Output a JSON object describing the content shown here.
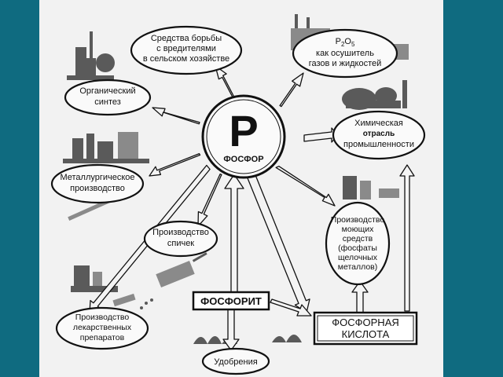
{
  "center": {
    "symbol": "P",
    "name": "ФОСФОР"
  },
  "nodes": {
    "pest_control": [
      "Средства борьбы",
      "с вредителями",
      "в сельском хозяйстве"
    ],
    "p2o5": {
      "formula": [
        "P",
        "2",
        "O",
        "5"
      ],
      "lines": [
        "как осушитель",
        "газов и жидкостей"
      ]
    },
    "organic": [
      "Органический",
      "синтез"
    ],
    "chemical": [
      "Химическая",
      "отрасль",
      "промышленности"
    ],
    "metallurgy": [
      "Металлургическое",
      "производство"
    ],
    "detergents": [
      "Производство",
      "моющих",
      "средств",
      "(фосфаты",
      "щелочных",
      "металлов)"
    ],
    "matches": [
      "Производство",
      "спичек"
    ],
    "pharma": [
      "Производство",
      "лекарственных",
      "препаратов"
    ],
    "fertilizers": [
      "Удобрения"
    ]
  },
  "boxes": {
    "phosphorite": "ФОСФОРИТ",
    "phosphoric_acid": [
      "ФОСФОРНАЯ",
      "КИСЛОТА"
    ]
  },
  "colors": {
    "background": "#0f6b80",
    "panel": "#f2f2f2",
    "ink": "#111111"
  }
}
